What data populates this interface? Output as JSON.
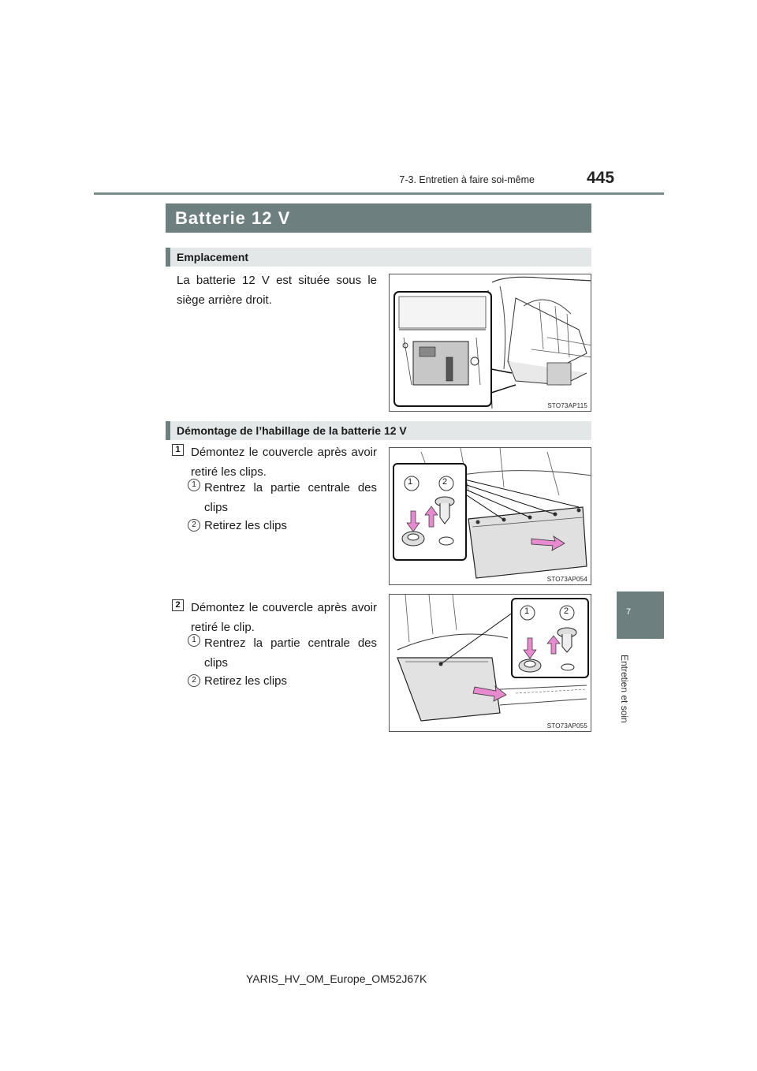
{
  "header": {
    "section": "7-3. Entretien à faire soi-même",
    "page_number": "445"
  },
  "side_tab": {
    "number": "7",
    "label": "Entretien et soin"
  },
  "title": "Batterie 12 V",
  "sections": {
    "location": {
      "heading": "Emplacement",
      "text": "La batterie 12 V est située sous le siège arrière droit.",
      "figure_code": "STO73AP115"
    },
    "removal": {
      "heading": "Démontage de l’habillage de la batterie 12 V",
      "steps": [
        {
          "number": "1",
          "text": "Démontez le couvercle après avoir retiré les clips.",
          "substeps": [
            {
              "marker": "1",
              "text": "Rentrez la partie centrale des clips"
            },
            {
              "marker": "2",
              "text": "Retirez les clips"
            }
          ],
          "figure_code": "STO73AP054",
          "figure_labels": [
            "1",
            "2"
          ]
        },
        {
          "number": "2",
          "text": "Démontez le couvercle après avoir retiré le clip.",
          "substeps": [
            {
              "marker": "1",
              "text": "Rentrez la partie centrale des clips"
            },
            {
              "marker": "2",
              "text": "Retirez les clips"
            }
          ],
          "figure_code": "STO73AP055",
          "figure_labels": [
            "1",
            "2"
          ]
        }
      ]
    }
  },
  "footer": "YARIS_HV_OM_Europe_OM52J67K",
  "colors": {
    "accent": "#6e7f7f",
    "subheading_bg": "#e4e7e7",
    "arrow_pink": "#e88ad0"
  }
}
